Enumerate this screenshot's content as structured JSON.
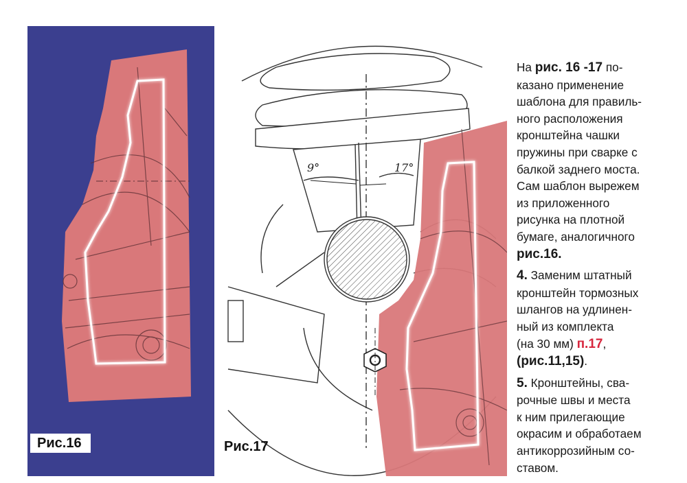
{
  "figures": {
    "fig16": {
      "caption": "Рис.16"
    },
    "fig17": {
      "caption": "Рис.17",
      "angle_left": "9°",
      "angle_right": "17°"
    }
  },
  "colors": {
    "blue": "#3b3f8f",
    "pink": "#d9787a",
    "glow": "#ffffff"
  },
  "text": {
    "p1": {
      "lead": "На ",
      "ref": "рис. 16 -17",
      "l1_tail": " по-",
      "lines": [
        "казано применение",
        "шаблона для правиль-",
        "ного расположения",
        "кронштейна чашки",
        "пружины при сварке с",
        "балкой заднего моста.",
        "Сам шаблон вырежем",
        "из  приложенного",
        "рисунка на плотной",
        "бумаге, аналогичного"
      ],
      "end_ref": "рис.16."
    },
    "p2": {
      "num": "4.",
      "l1": " Заменим  штатный",
      "lines": [
        "кронштейн тормозных",
        "шлангов на удлинен-",
        "ный из комплекта"
      ],
      "paren": "(на 30 мм)  ",
      "item": "п.17",
      "comma": ",",
      "refs": "(рис.11,15)",
      "dot": "."
    },
    "p3": {
      "num": "5.",
      "l1": " Кронштейны, сва-",
      "lines": [
        "рочные швы и места",
        "к ним прилегающие",
        "окрасим и обработаем",
        "антикоррозийным со-",
        "ставом."
      ]
    }
  }
}
